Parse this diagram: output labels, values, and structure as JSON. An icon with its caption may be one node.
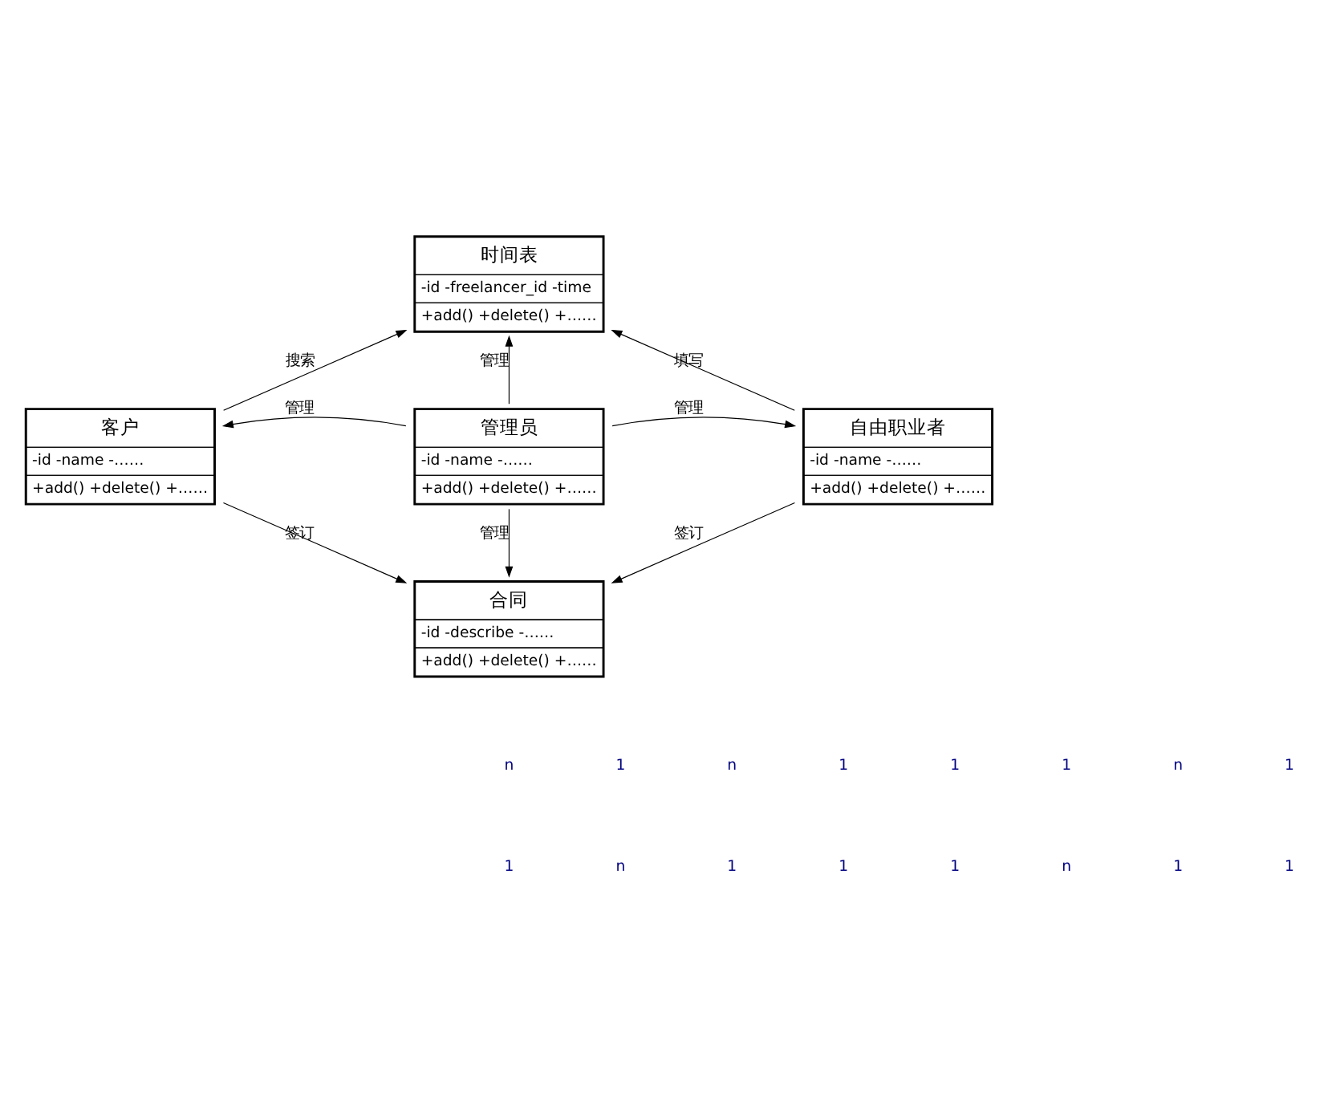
{
  "diagram": {
    "nodes": [
      {
        "text": [
          "时间表",
          "-id -freelancer_id -time",
          "+add() +delete() +……"
        ]
      },
      {
        "text": [
          "客户",
          "-id -name -……",
          "+add() +delete() +……"
        ]
      },
      {
        "text": [
          "管理员",
          "-id -name -……",
          "+add() +delete() +……"
        ]
      },
      {
        "text": [
          "自由职业者",
          "-id -name -……",
          "+add() +delete() +……"
        ]
      },
      {
        "text": [
          "合同",
          "-id -describe -……",
          "+add() +delete() +……"
        ]
      }
    ],
    "edges": [
      {
        "from": 1,
        "to": 0,
        "arrow": "to",
        "label": "搜索"
      },
      {
        "from": 2,
        "to": 0,
        "arrow": "to",
        "label": "管理"
      },
      {
        "from": 3,
        "to": 0,
        "arrow": "to",
        "label": "填写"
      },
      {
        "from": 2,
        "to": 1,
        "arrow": "to",
        "label": "管理"
      },
      {
        "from": 2,
        "to": 3,
        "arrow": "to",
        "label": "管理"
      },
      {
        "from": 2,
        "to": 4,
        "arrow": "to",
        "label": "管理"
      },
      {
        "from": 1,
        "to": 4,
        "arrow": "to",
        "label": "签订"
      },
      {
        "from": 3,
        "to": 4,
        "arrow": "to",
        "label": "签订"
      }
    ],
    "labels": [
      "n",
      "1",
      "n",
      "1",
      "1",
      "1",
      "n",
      "1",
      "1",
      "n",
      "1",
      "1",
      "1",
      "n",
      "1",
      "1"
    ]
  }
}
